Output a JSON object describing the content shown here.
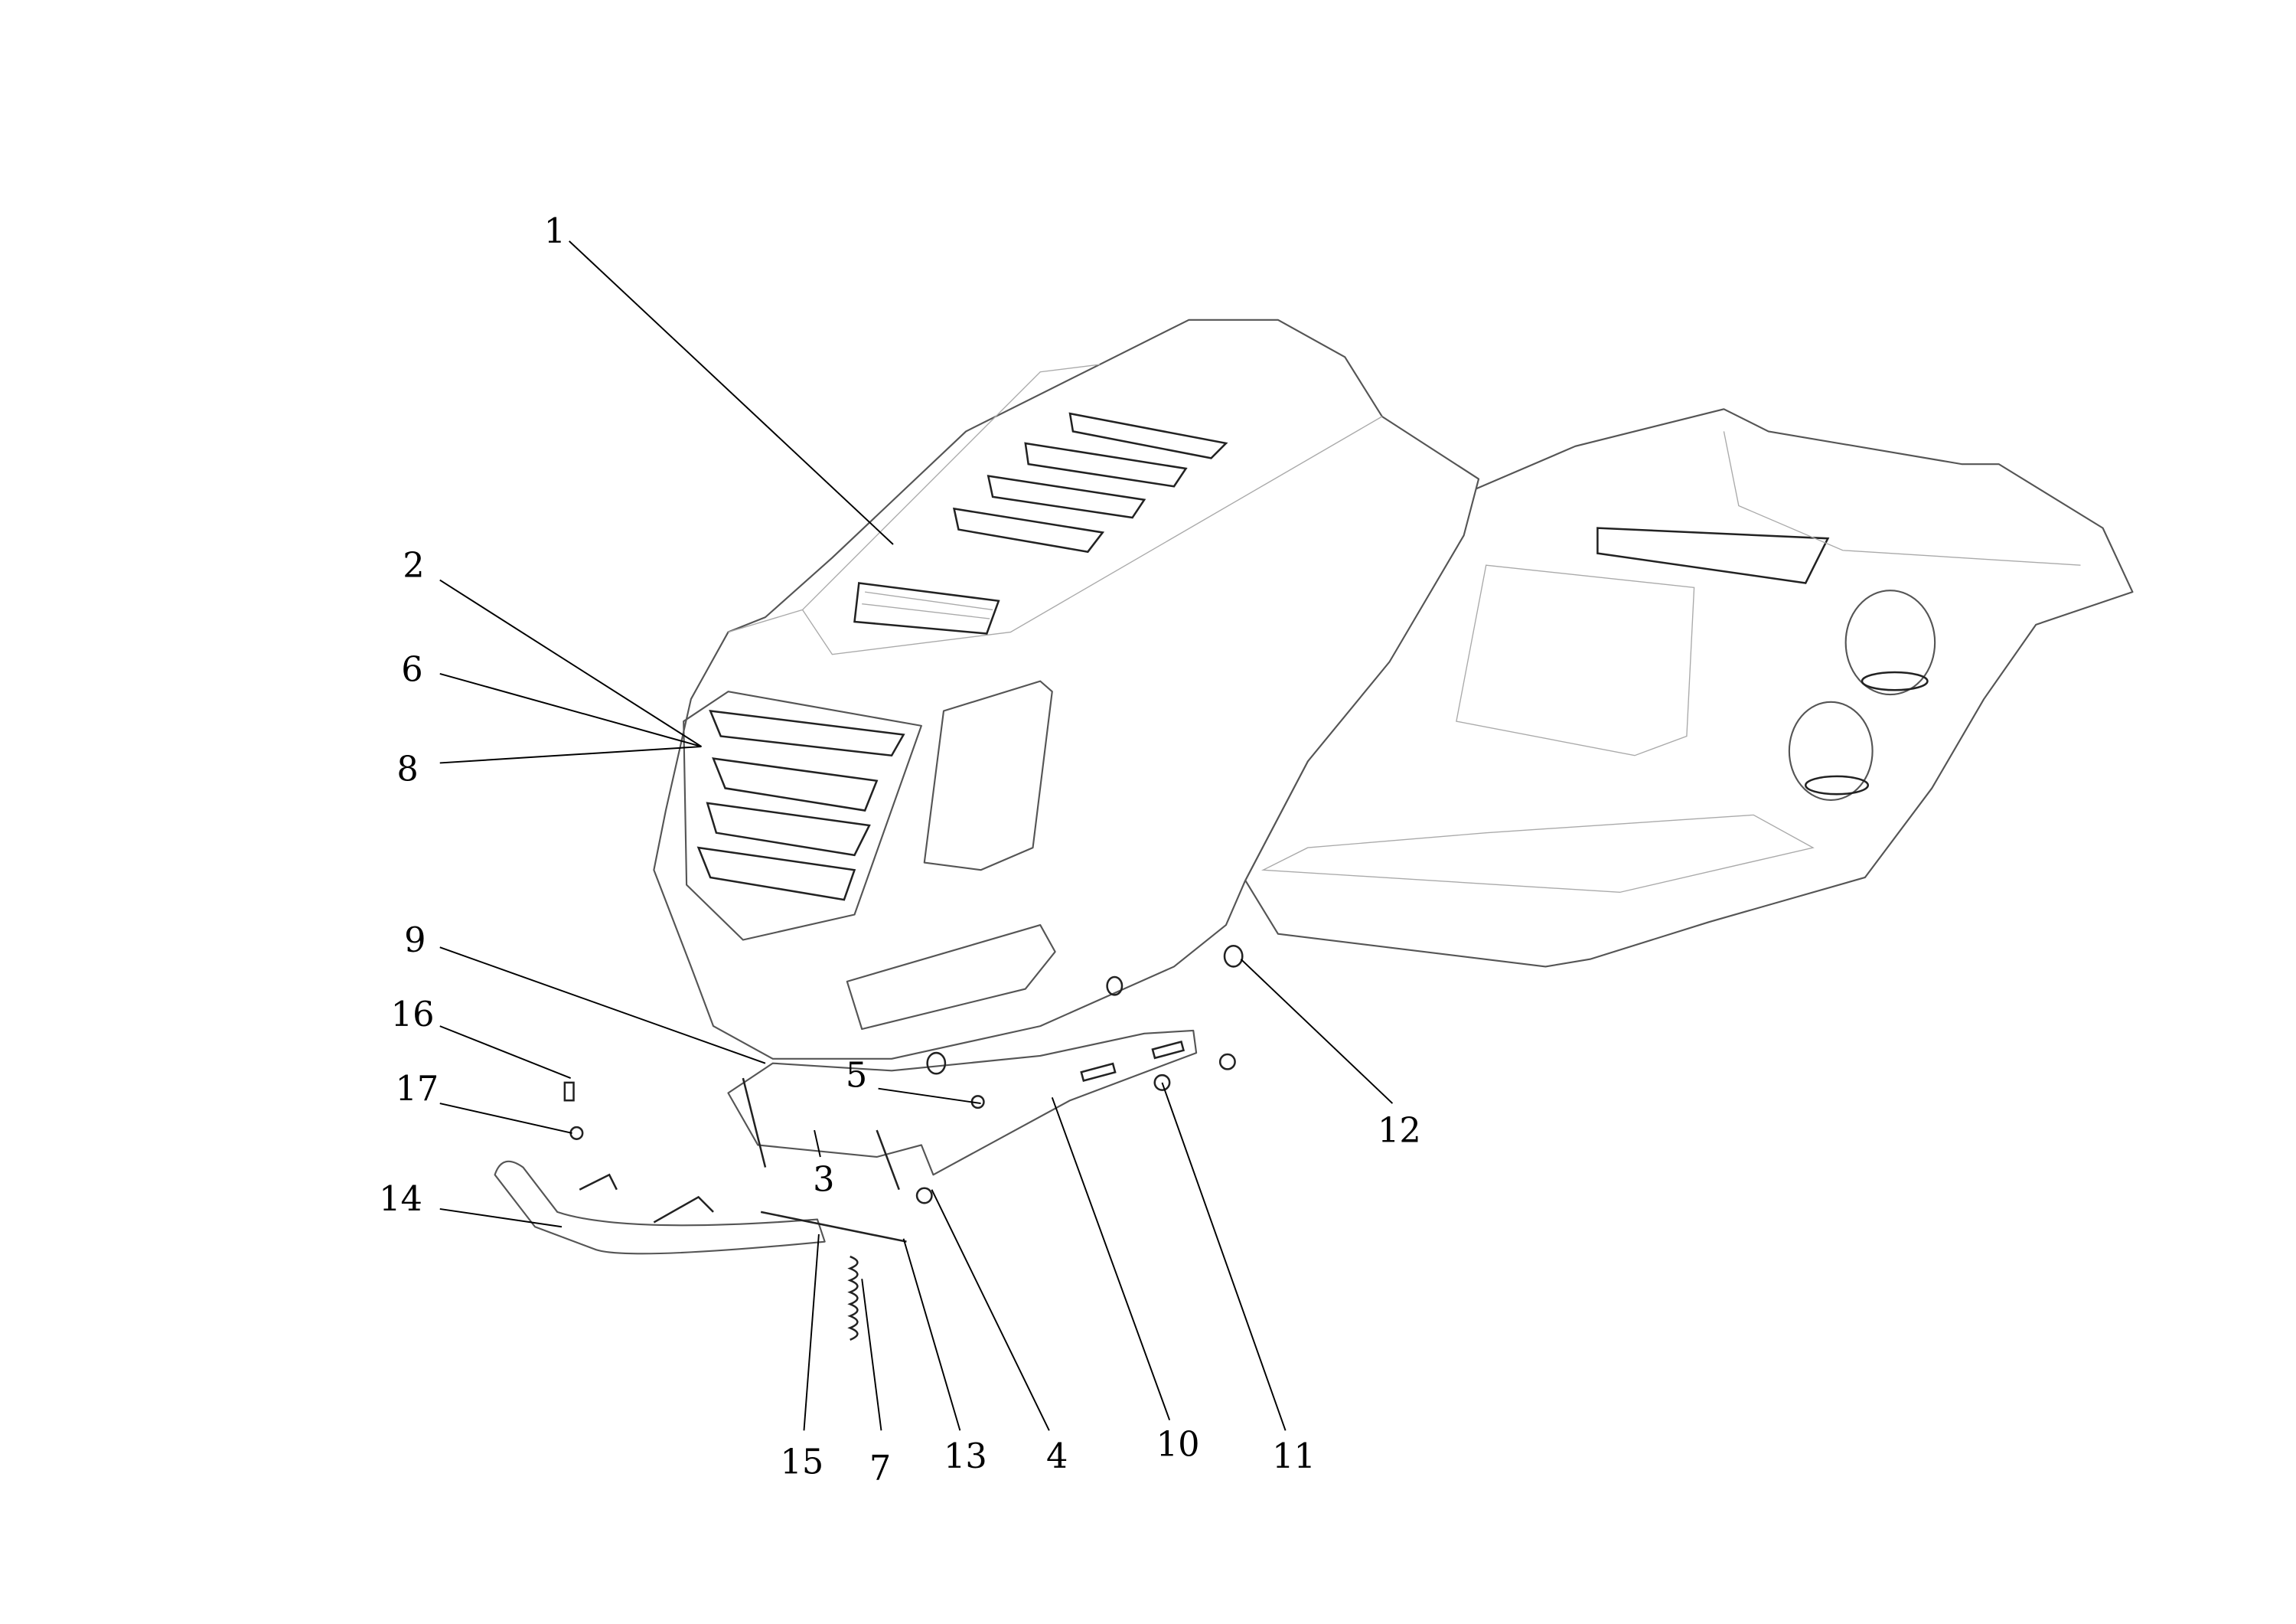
{
  "diagram": {
    "type": "exploded parts diagram",
    "callouts": [
      {
        "id": "c1",
        "label": "1"
      },
      {
        "id": "c2",
        "label": "2"
      },
      {
        "id": "c6",
        "label": "6"
      },
      {
        "id": "c8",
        "label": "8"
      },
      {
        "id": "c9",
        "label": "9"
      },
      {
        "id": "c16",
        "label": "16"
      },
      {
        "id": "c17",
        "label": "17"
      },
      {
        "id": "c14",
        "label": "14"
      },
      {
        "id": "c5",
        "label": "5"
      },
      {
        "id": "c3",
        "label": "3"
      },
      {
        "id": "c15",
        "label": "15"
      },
      {
        "id": "c7",
        "label": "7"
      },
      {
        "id": "c13",
        "label": "13"
      },
      {
        "id": "c4",
        "label": "4"
      },
      {
        "id": "c10",
        "label": "10"
      },
      {
        "id": "c11",
        "label": "11"
      },
      {
        "id": "c12",
        "label": "12"
      }
    ]
  }
}
